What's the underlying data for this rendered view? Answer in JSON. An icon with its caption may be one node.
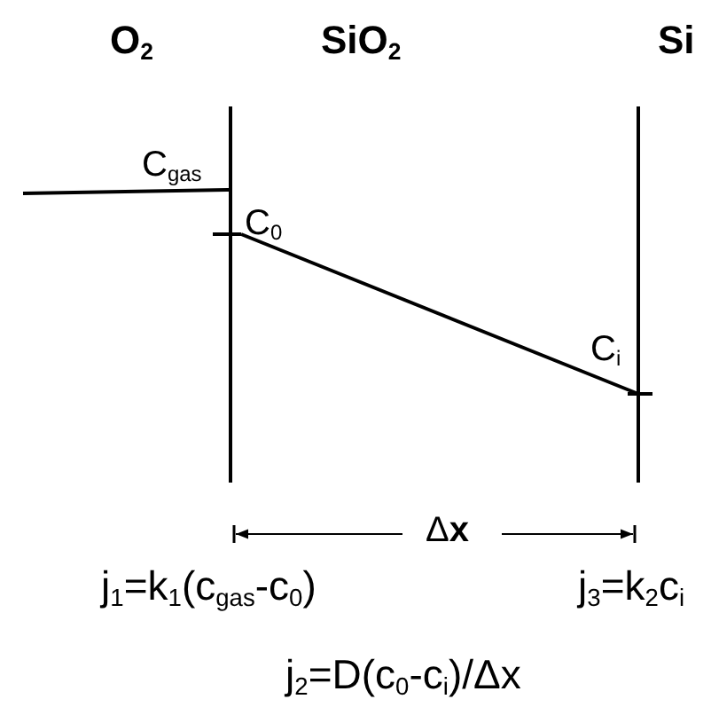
{
  "diagram": {
    "labels": [
      "O$_{2}$",
      "SiO$_{2}$",
      "Si",
      "C$_{gas}$",
      "C$_{0}$",
      "C$_{i}$",
      "Δ**x**",
      "j$_{1}$=k$_{1}$(c$_{gas}$-c$_{0}$)",
      "j$_{3}$=k$_{2}$c$_{i}$",
      "j$_{2}$=D(c$_{0}$-c$_{i}$)/Δx"
    ]
  }
}
